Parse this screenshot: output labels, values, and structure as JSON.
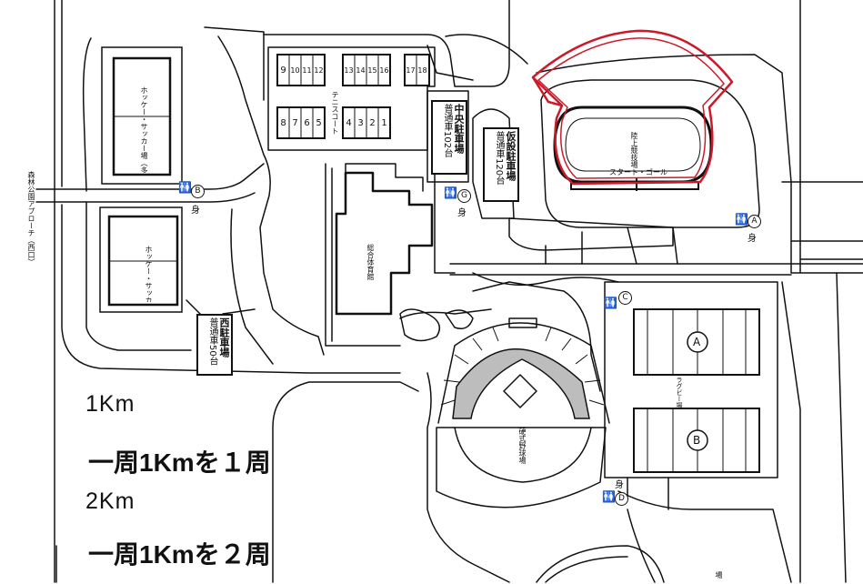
{
  "facilities": {
    "hockey_field_1": "ホッケー・サッカー場（多目的フィールド）＜天然芝＞",
    "hockey_field_2": "ホッケー・サッカー場（多目的フィールド）＜人工芝＞",
    "tennis_courts": "テニスコート",
    "court_numbers_top": [
      "9",
      "10",
      "11",
      "12",
      "13",
      "14",
      "15",
      "16",
      "17",
      "18"
    ],
    "court_numbers_bottom": [
      "8",
      "7",
      "6",
      "5",
      "4",
      "3",
      "2",
      "1"
    ],
    "gymnasium": "総合体育館",
    "athletics_stadium": "陸上競技場",
    "start_goal": "スタート・ゴール",
    "baseball_stadium": "硬式野球場",
    "rugby_field": "ラグビー場（中央ローン）",
    "rugby_a": "A",
    "rugby_b": "B",
    "bottom_label": "場"
  },
  "parking": {
    "central_title": "中央駐車場",
    "central_count": "普通車102台",
    "temp_title": "仮設駐車場",
    "temp_count": "普通車120台",
    "west_title": "西駐車場",
    "west_count": "普通車50台"
  },
  "approach": "森林公園アプローチ（西口）",
  "toilets": {
    "symbol": "🚻",
    "labels": [
      "B",
      "G",
      "A",
      "C",
      "D"
    ],
    "accessible": "身"
  },
  "captions": {
    "one_km_heading": "1Km",
    "one_km_text": "一周1Kmを１周",
    "two_km_heading": "2Km",
    "two_km_text": "一周1Kmを２周"
  },
  "colors": {
    "route": "#cc1a2a",
    "ink": "#111111",
    "stands": "#bdbdbd"
  }
}
